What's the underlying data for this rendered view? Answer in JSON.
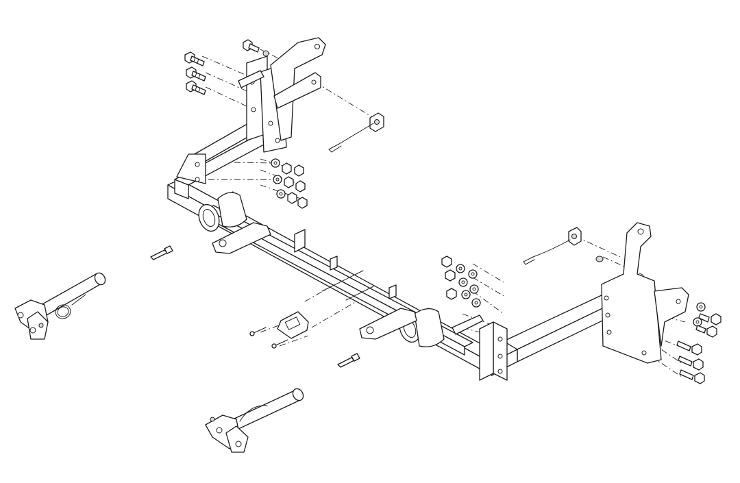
{
  "diagram": {
    "background": "#ffffff",
    "line_color": "#1a1a1a",
    "parts": [
      {
        "name": "main-crossbar-frame"
      },
      {
        "name": "left-mounting-bracket"
      },
      {
        "name": "right-mounting-bracket"
      },
      {
        "name": "tow-arm-upper-left"
      },
      {
        "name": "tow-arm-lower"
      },
      {
        "name": "receiver-tube-left"
      },
      {
        "name": "receiver-tube-right"
      },
      {
        "name": "safety-cable-left"
      },
      {
        "name": "safety-cable-right"
      },
      {
        "name": "bolt-set-left"
      },
      {
        "name": "bolt-set-right"
      },
      {
        "name": "nut-washer-set-left"
      },
      {
        "name": "nut-washer-set-right"
      },
      {
        "name": "center-plate"
      },
      {
        "name": "hitch-pin-upper"
      },
      {
        "name": "hitch-pin-lower"
      }
    ]
  }
}
